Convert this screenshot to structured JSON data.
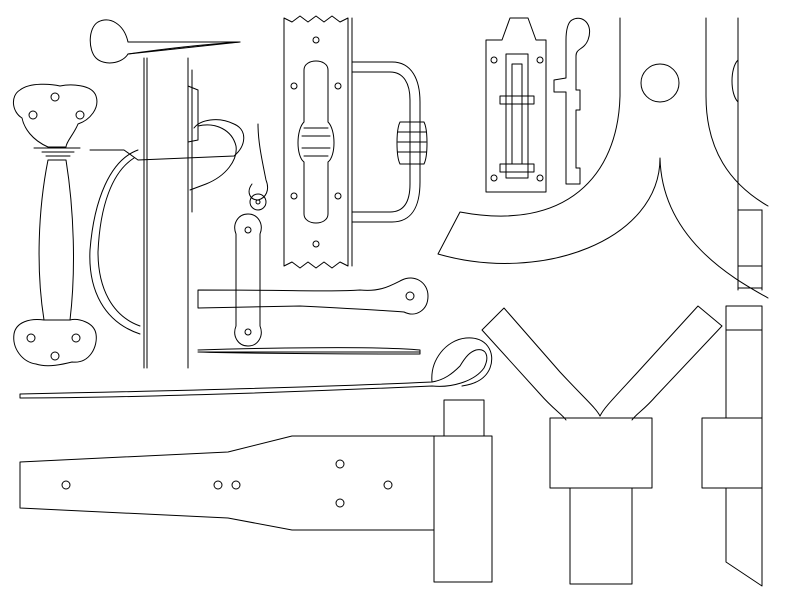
{
  "drawing": {
    "colors": {
      "background": "#ffffff",
      "line": "#000000"
    },
    "parts": [
      "thumb-latch-grip-handle",
      "thumb-latch-lift-bar",
      "sneck-latch-lever",
      "vertical-door-edge",
      "door-pull-with-backplate",
      "barrel-bolt",
      "latch-bar-with-keeper",
      "long-hook-with-loop",
      "t-hinge-strap",
      "y-shaped-bracket",
      "arched-frame-profile"
    ]
  }
}
